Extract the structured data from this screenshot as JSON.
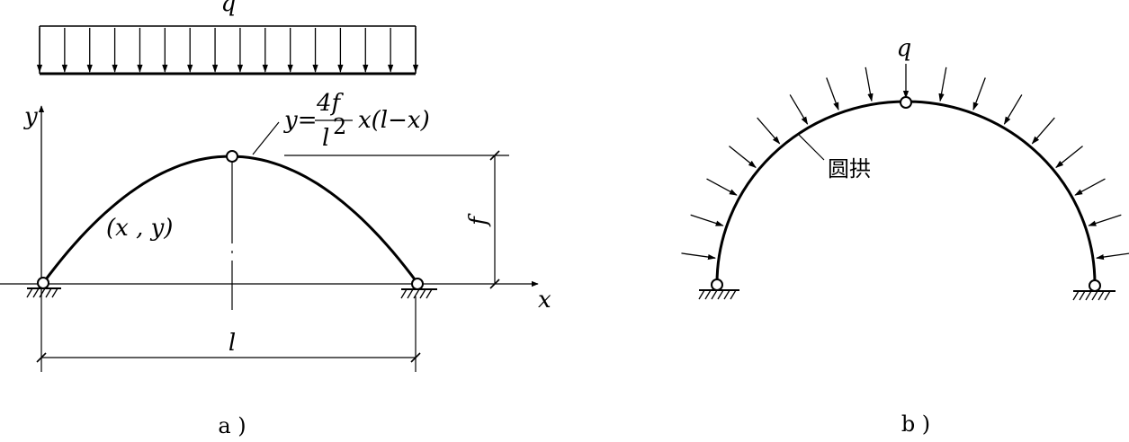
{
  "panel_a": {
    "load_label": "q",
    "y_axis_label": "y",
    "x_axis_label": "x",
    "equation": {
      "lhs": "y=",
      "numerator": "4f",
      "denominator": "l",
      "denominator_exponent": "2",
      "rhs": "x(l−x)"
    },
    "point_label": "(x , y)",
    "rise_label": "f",
    "span_label": "l",
    "caption": "a )"
  },
  "panel_b": {
    "load_label": "q",
    "arch_label": "圆拱",
    "caption": "b )"
  },
  "colors": {
    "ink": "#000000",
    "background": "#ffffff"
  }
}
